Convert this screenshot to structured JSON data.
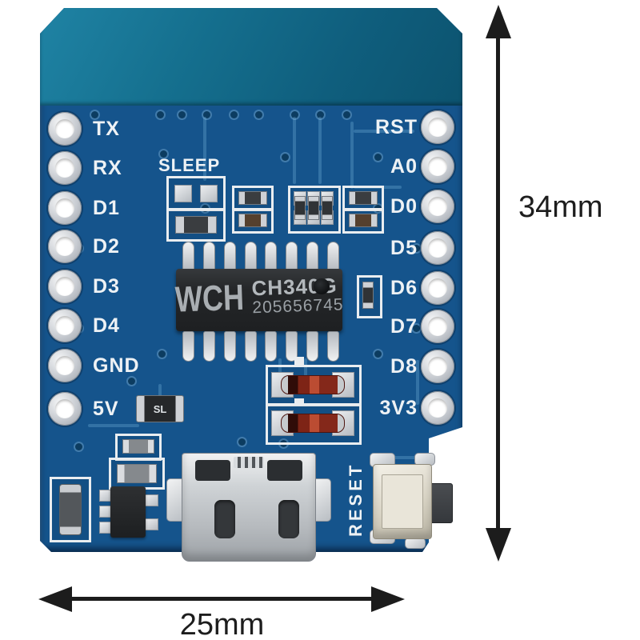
{
  "board": {
    "left_pins": [
      "TX",
      "RX",
      "D1",
      "D2",
      "D3",
      "D4",
      "GND",
      "5V"
    ],
    "right_pins": [
      "RST",
      "A0",
      "D0",
      "D5",
      "D6",
      "D7",
      "D8",
      "3V3"
    ],
    "sleep_label": "SLEEP",
    "reset_label": "RESET",
    "chip": {
      "logo": "WCH",
      "part": "CH340G",
      "serial": "205656745"
    },
    "diode_marking": "SL",
    "colors": {
      "pcb": "#15548c",
      "antenna_light": "#1f83a4",
      "antenna_dark": "#0c536f",
      "silkscreen": "#eef2f5",
      "chip_body": "#242628",
      "diode_red": "#7e2416",
      "dimension_ink": "#1c1c1c",
      "background": "#ffffff"
    }
  },
  "dimensions": {
    "height": "34mm",
    "width": "25mm"
  }
}
